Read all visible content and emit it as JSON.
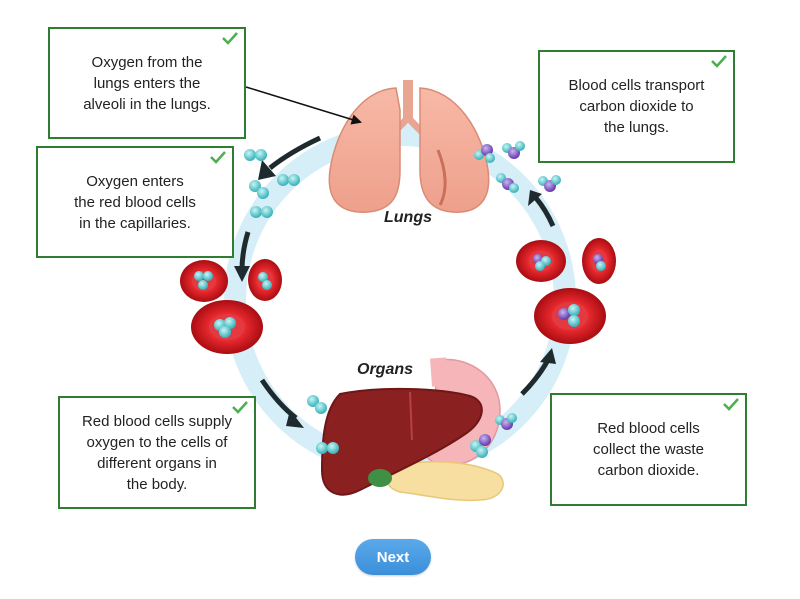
{
  "diagram": {
    "lungs_label": "Lungs",
    "organs_label": "Organs"
  },
  "boxes": [
    {
      "id": "box-oxygen-alveoli",
      "text": "Oxygen from the\nlungs enters the\nalveoli in the lungs.",
      "checked": true
    },
    {
      "id": "box-oxygen-rbc",
      "text": "Oxygen enters\nthe red blood cells\nin the capillaries.",
      "checked": true
    },
    {
      "id": "box-supply-organs",
      "text": "Red blood cells supply\noxygen to the cells of\ndifferent organs in\nthe body.",
      "checked": true
    },
    {
      "id": "box-collect-co2",
      "text": "Red blood cells\ncollect the waste\ncarbon dioxide.",
      "checked": true
    },
    {
      "id": "box-transport-co2",
      "text": "Blood cells transport\ncarbon dioxide to\nthe lungs.",
      "checked": true
    }
  ],
  "next_button": {
    "label": "Next"
  },
  "colors": {
    "check": "#4caf50",
    "box_border": "#2e7d32",
    "button": "#3b8fd9",
    "blood": "#c8161d",
    "oxygen": "#4fc3c9",
    "co2": "#7e57c2"
  }
}
